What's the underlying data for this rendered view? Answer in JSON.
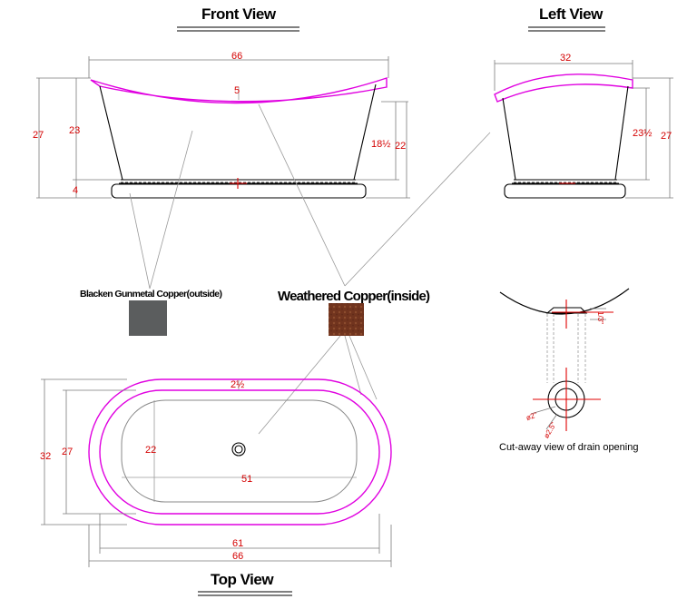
{
  "views": {
    "front": "Front  View",
    "left": "Left View",
    "top": "Top View"
  },
  "front_dims": {
    "width": "66",
    "depth_center": "5",
    "height_total": "27",
    "height_body": "23",
    "height_base": "4",
    "inner_height": "18½",
    "inner_total": "22"
  },
  "left_dims": {
    "width": "32",
    "height_body": "23½",
    "height_total": "27"
  },
  "top_dims": {
    "rim": "2½",
    "outer_width": "32",
    "inner_width": "27",
    "basin_width": "22",
    "basin_length": "51",
    "length_61": "61",
    "length_66": "66"
  },
  "materials": {
    "outside_label": "Blacken Gunmetal Copper(outside)",
    "inside_label": "Weathered Copper(inside)",
    "outside_color": "#5b5d5e",
    "inside_color": "#7a3a22"
  },
  "drain": {
    "caption": "Cut-away view of drain opening",
    "dim_a": "ø2\"",
    "dim_b": "ø2.5\"",
    "dim_c": "1/3\""
  },
  "colors": {
    "dimension": "#d40000",
    "rim": "#e000e0",
    "outline": "#000000"
  }
}
